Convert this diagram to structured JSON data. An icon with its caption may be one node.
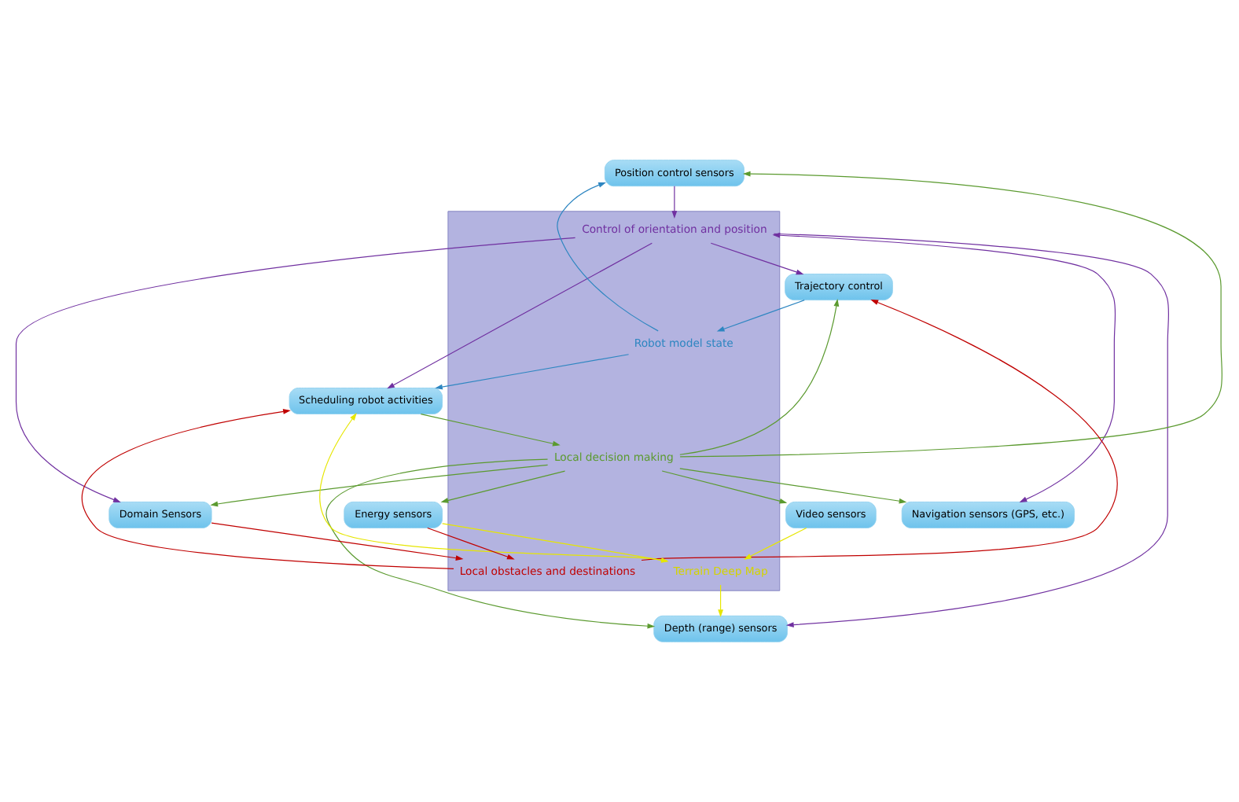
{
  "diagram": {
    "nodes": [
      {
        "text": [
          "Position control sensors"
        ]
      },
      {
        "text": [
          "Trajectory control"
        ]
      },
      {
        "text": [],
        "shape": "box"
      },
      {
        "text": [
          "Control of orientation and position"
        ],
        "in": 2
      },
      {
        "text": [
          "Robot model state"
        ],
        "in": 2
      },
      {
        "text": [
          "Navigation sensors (GPS, etc.)"
        ]
      },
      {
        "text": [
          "Scheduling robot activities"
        ]
      },
      {
        "text": [
          "Local decision making"
        ],
        "in": 2
      },
      {
        "text": [
          "Domain Sensors"
        ]
      },
      {
        "text": [
          "Local obstacles and destinations"
        ],
        "in": 2
      },
      {
        "text": [
          "Terrain Deep Map"
        ],
        "in": 2
      },
      {
        "text": [
          "Video sensors"
        ]
      },
      {
        "text": [
          "Energy sensors"
        ]
      },
      {
        "text": [
          "Depth (range) sensors"
        ]
      }
    ],
    "edges": [
      {
        "from": 0,
        "to": 3,
        "arrow": "to",
        "color": "#7030a0"
      },
      {
        "from": 3,
        "to": 5,
        "arrow": "both",
        "color": "#7030a0"
      },
      {
        "from": 3,
        "to": 1,
        "arrow": "to",
        "color": "#7030a0"
      },
      {
        "from": 3,
        "to": 6,
        "arrow": "to",
        "color": "#7030a0"
      },
      {
        "from": 3,
        "to": 8,
        "arrow": "to",
        "color": "#7030a0"
      },
      {
        "from": 3,
        "to": 13,
        "arrow": "to",
        "color": "#7030a0"
      },
      {
        "from": 4,
        "to": 0,
        "arrow": "to",
        "color": "#2e86c1"
      },
      {
        "from": 1,
        "to": 4,
        "arrow": "to",
        "color": "#2e86c1"
      },
      {
        "from": 4,
        "to": 6,
        "arrow": "to",
        "color": "#2e86c1"
      },
      {
        "from": 7,
        "to": 0,
        "arrow": "to"
      },
      {
        "from": 7,
        "to": 1,
        "arrow": "to"
      },
      {
        "from": 6,
        "to": 7,
        "arrow": "to"
      },
      {
        "from": 7,
        "to": 5,
        "arrow": "to"
      },
      {
        "from": 7,
        "to": 8,
        "arrow": "to"
      },
      {
        "from": 7,
        "to": 11,
        "arrow": "to"
      },
      {
        "from": 7,
        "to": 12,
        "arrow": "to"
      },
      {
        "from": 7,
        "to": 13,
        "arrow": "to"
      },
      {
        "from": 8,
        "to": 9,
        "arrow": "to",
        "color": "#c00000"
      },
      {
        "from": 9,
        "to": 1,
        "arrow": "to",
        "color": "#c00000"
      },
      {
        "from": 9,
        "to": 6,
        "arrow": "to",
        "color": "#c00000"
      },
      {
        "from": 12,
        "to": 9,
        "arrow": "to",
        "color": "#c00000"
      },
      {
        "from": 10,
        "to": 6,
        "arrow": "to",
        "color": "#e6e600"
      },
      {
        "from": 11,
        "to": 10,
        "arrow": "to",
        "color": "#e6e600"
      },
      {
        "from": 12,
        "to": 10,
        "arrow": "to",
        "color": "#e6e600"
      },
      {
        "from": 10,
        "to": 13,
        "arrow": "to",
        "color": "#e6e600"
      }
    ]
  }
}
